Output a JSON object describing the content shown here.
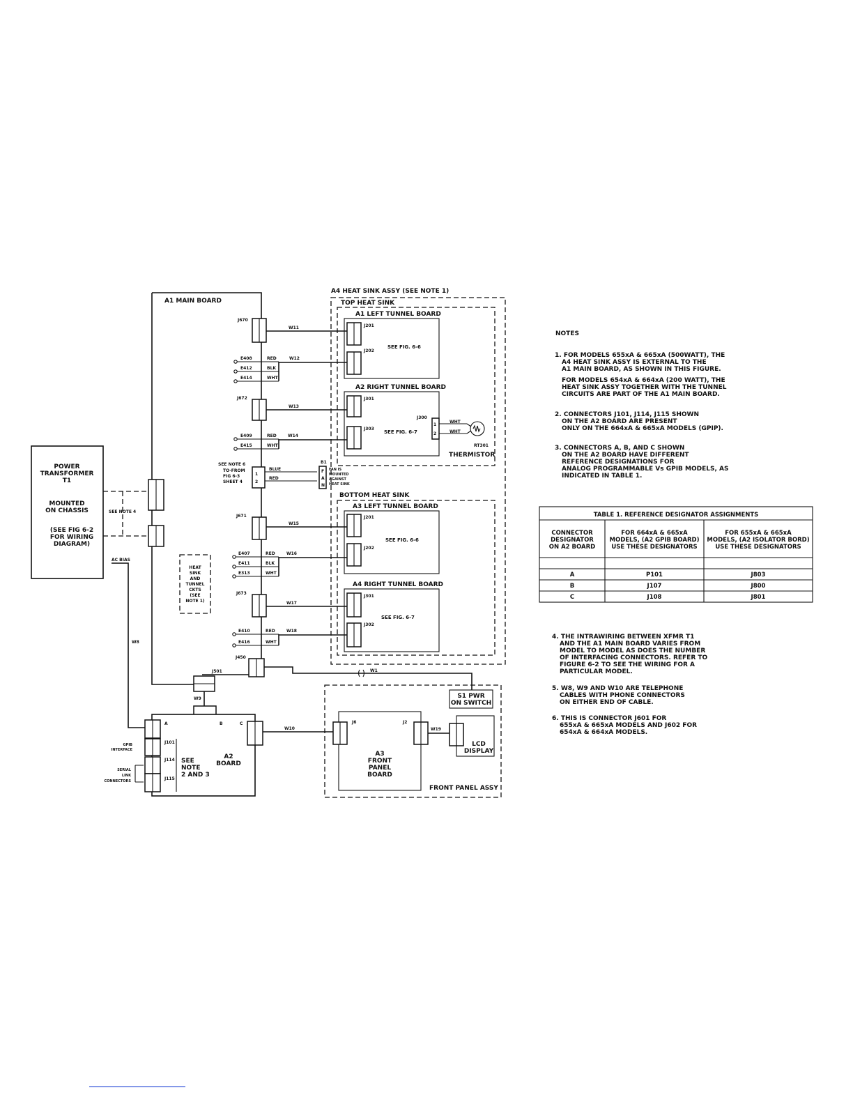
{
  "a1_main_board": "A1 MAIN BOARD",
  "heat_sink_assy": "A4 HEAT SINK ASSY (SEE NOTE 1)",
  "top_heat_sink": "TOP HEAT SINK",
  "bottom_heat_sink": "BOTTOM HEAT SINK",
  "boards": {
    "a1_left": "A1 LEFT TUNNEL BOARD",
    "a2_right": "A2 RIGHT TUNNEL BOARD",
    "a3_left": "A3 LEFT TUNNEL BOARD",
    "a4_right": "A4 RIGHT TUNNEL BOARD",
    "see_fig_66": "SEE FIG. 6-6",
    "see_fig_67": "SEE FIG. 6-7"
  },
  "connectors": {
    "j670": "J670",
    "j672": "J672",
    "j671": "J671",
    "j673": "J673",
    "j450": "J450",
    "j201": "J201",
    "j202": "J202",
    "j301": "J301",
    "j302": "J302",
    "j303": "J303",
    "j300": "J300",
    "j501": "J501",
    "j6": "J6",
    "j2": "J2",
    "j101": "J101",
    "j114": "J114",
    "j115": "J115"
  },
  "cables": {
    "w11": "W11",
    "w12": "W12",
    "w13": "W13",
    "w14": "W14",
    "w15": "W15",
    "w16": "W16",
    "w17": "W17",
    "w18": "W18",
    "w1": "W1",
    "w9": "W9",
    "w8": "W8",
    "w10": "W10",
    "w19": "W19"
  },
  "terminals": {
    "e408": "E408",
    "e412": "E412",
    "e414": "E414",
    "e409": "E409",
    "e415": "E415",
    "e407": "E407",
    "e411": "E411",
    "e313": "E313",
    "e410": "E410",
    "e416": "E416"
  },
  "wire_colors": {
    "red": "RED",
    "blk": "BLK",
    "wht": "WHT",
    "blue": "BLUE"
  },
  "pins": {
    "p1": "1",
    "p2": "2"
  },
  "fan": {
    "see_note_6": "SEE NOTE 6",
    "to_from_1": "TO-FROM",
    "to_from_2": "FIG 6-3",
    "to_from_3": "SHEET 4",
    "b1": "B1",
    "fan_letters": [
      "F",
      "A",
      "N"
    ],
    "fan_note": [
      "FAN IS",
      "MOUNTED",
      "AGAINST",
      "HEAT SINK"
    ]
  },
  "thermistor": {
    "label": "THERMISTOR",
    "rt301": "RT301"
  },
  "power_transformer": {
    "lines": [
      "POWER",
      "TRANSFORMER",
      "T1",
      "",
      "MOUNTED",
      "ON CHASSIS",
      "",
      "(SEE FIG 6-2",
      "FOR WIRING",
      "DIAGRAM)"
    ]
  },
  "see_note_4": "SEE NOTE 4",
  "ac_bias": "AC BIAS",
  "heat_sink_ckts_box": [
    "HEAT",
    "SINK",
    "AND",
    "TUNNEL",
    "CKTS",
    "(SEE",
    "NOTE 1)"
  ],
  "a2_board": {
    "title_1": "A2",
    "title_2": "BOARD",
    "see_note": [
      "SEE",
      "NOTE",
      "2 AND 3"
    ],
    "a": "A",
    "b": "B",
    "c": "C",
    "gpib_1": "GPIB",
    "gpib_2": "INTERFACE",
    "serial_1": "SERIAL",
    "serial_2": "LINK",
    "serial_3": "CONNECTORS"
  },
  "front_panel": {
    "a3_lines": [
      "A3",
      "FRONT",
      "PANEL",
      "BOARD"
    ],
    "assy": "FRONT PANEL ASSY",
    "s1_1": "S1 PWR",
    "s1_2": "ON SWITCH",
    "lcd_1": "LCD",
    "lcd_2": "DISPLAY"
  },
  "notes": {
    "heading": "NOTES",
    "n1a": [
      "1. FOR MODELS 655xA & 665xA (500WATT), THE",
      "A4 HEAT SINK ASSY IS EXTERNAL TO THE",
      "A1 MAIN BOARD, AS SHOWN IN THIS FIGURE."
    ],
    "n1b": [
      "FOR MODELS 654xA & 664xA (200 WATT), THE",
      "HEAT SINK ASSY TOGETHER WITH THE TUNNEL",
      "CIRCUITS ARE PART OF THE A1 MAIN BOARD."
    ],
    "n2": [
      "2. CONNECTORS J101, J114, J115 SHOWN",
      "ON THE A2 BOARD ARE PRESENT",
      "ONLY ON THE 664xA & 665xA MODELS (GPIP)."
    ],
    "n3": [
      "3. CONNECTORS A, B, AND C SHOWN",
      "ON THE A2 BOARD HAVE DIFFERENT",
      "REFERENCE DESIGNATIONS FOR",
      "ANALOG PROGRAMMABLE Vs GPIB MODELS, AS",
      "INDICATED IN TABLE 1."
    ],
    "n4": [
      "4. THE INTRAWIRING BETWEEN XFMR T1",
      "AND THE A1 MAIN BOARD VARIES FROM",
      "MODEL TO MODEL AS DOES THE NUMBER",
      "OF INTERFACING CONNECTORS. REFER TO",
      "FIGURE 6-2 TO SEE THE WIRING FOR A",
      "PARTICULAR MODEL."
    ],
    "n5": [
      "5. W8, W9 AND W10 ARE TELEPHONE",
      "CABLES WITH PHONE CONNECTORS",
      "ON EITHER END OF CABLE."
    ],
    "n6": [
      "6. THIS IS CONNECTOR J601 FOR",
      "655xA & 665xA MODELS AND J602 FOR",
      "654xA & 664xA MODELS."
    ]
  },
  "table": {
    "title": "TABLE 1. REFERENCE DESIGNATOR ASSIGNMENTS",
    "h1": [
      "CONNECTOR",
      "DESIGNATOR",
      "ON A2 BOARD"
    ],
    "h2": [
      "FOR 664xA & 665xA",
      "MODELS, (A2 GPIB BOARD)",
      "USE THESE DESIGNATORS"
    ],
    "h3": [
      "FOR 655xA & 665xA",
      "MODELS, (A2 ISOLATOR BORD)",
      "USE THESE DESIGNATORS"
    ],
    "rows": [
      [
        "A",
        "P101",
        "J803"
      ],
      [
        "B",
        "J107",
        "J800"
      ],
      [
        "C",
        "J108",
        "J801"
      ]
    ]
  }
}
